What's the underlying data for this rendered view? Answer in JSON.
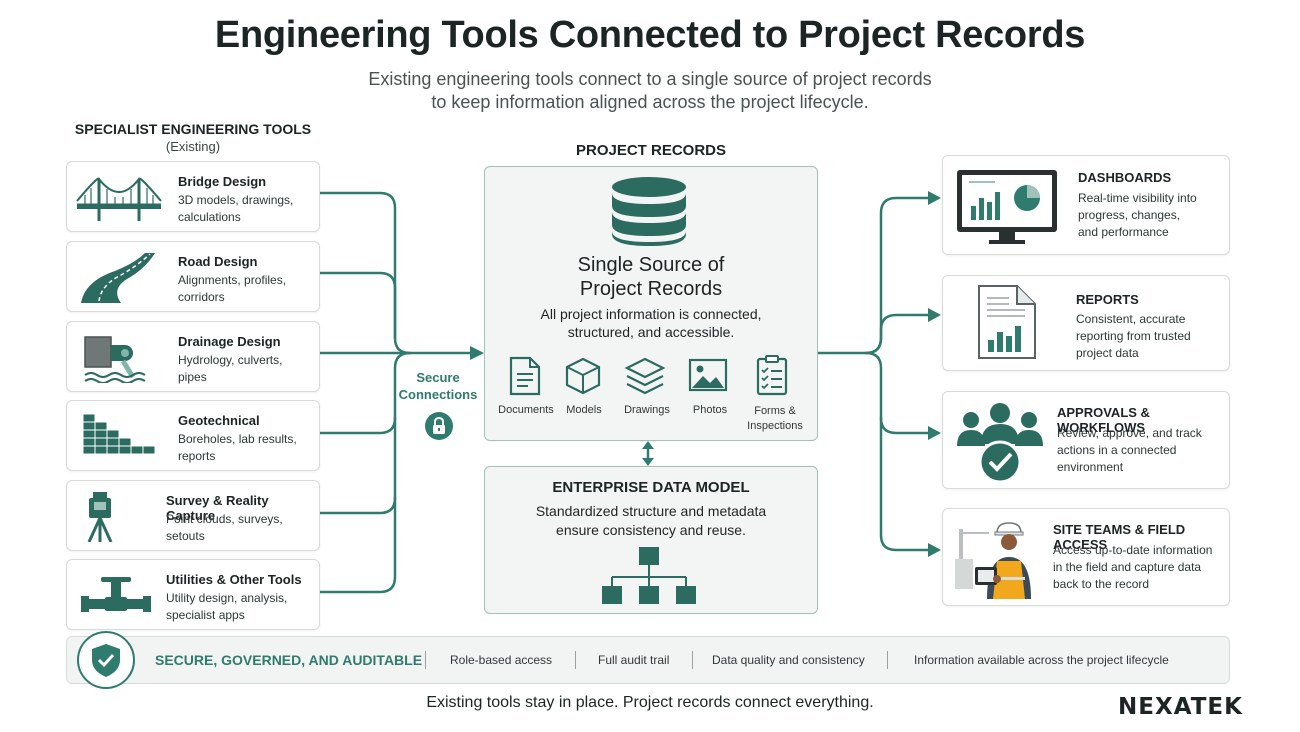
{
  "header": {
    "title": "Engineering Tools Connected to Project Records",
    "subtitle_line1": "Existing engineering tools connect to a single source of project records",
    "subtitle_line2": "to keep information aligned across the project lifecycle."
  },
  "tools": {
    "heading": "SPECIALIST ENGINEERING TOOLS",
    "subheading": "(Existing)",
    "items": [
      {
        "name": "Bridge Design",
        "desc1": "3D models, drawings,",
        "desc2": "calculations",
        "icon": "bridge-icon"
      },
      {
        "name": "Road Design",
        "desc1": "Alignments, profiles,",
        "desc2": "corridors",
        "icon": "road-icon"
      },
      {
        "name": "Drainage Design",
        "desc1": "Hydrology, culverts,",
        "desc2": "pipes",
        "icon": "drainage-icon"
      },
      {
        "name": "Geotechnical",
        "desc1": "Boreholes, lab results,",
        "desc2": "reports",
        "icon": "brick-wall-icon"
      },
      {
        "name": "Survey & Reality Capture",
        "desc1": "Point clouds, surveys,",
        "desc2": "setouts",
        "icon": "total-station-icon"
      },
      {
        "name": "Utilities & Other Tools",
        "desc1": "Utility design, analysis,",
        "desc2": "specialist apps",
        "icon": "pipe-valve-icon"
      }
    ]
  },
  "connection": {
    "label_line1": "Secure",
    "label_line2": "Connections",
    "icon": "lock-icon"
  },
  "records": {
    "heading": "PROJECT RECORDS",
    "title_line1": "Single Source of",
    "title_line2": "Project Records",
    "desc_line1": "All project information is connected,",
    "desc_line2": "structured, and accessible.",
    "icon": "database-icon",
    "types": [
      {
        "label1": "Documents",
        "label2": "",
        "icon": "document-icon"
      },
      {
        "label1": "Models",
        "label2": "",
        "icon": "cube-icon"
      },
      {
        "label1": "Drawings",
        "label2": "",
        "icon": "layers-icon"
      },
      {
        "label1": "Photos",
        "label2": "",
        "icon": "photo-icon"
      },
      {
        "label1": "Forms &",
        "label2": "Inspections",
        "icon": "checklist-icon"
      }
    ]
  },
  "data_model": {
    "title": "ENTERPRISE DATA MODEL",
    "desc_line1": "Standardized structure and metadata",
    "desc_line2": "ensure consistency and reuse.",
    "icon": "hierarchy-icon"
  },
  "outputs": [
    {
      "title": "DASHBOARDS",
      "desc1": "Real-time visibility into",
      "desc2": "progress, changes,",
      "desc3": "and performance",
      "icon": "monitor-dashboard-icon"
    },
    {
      "title": "REPORTS",
      "desc1": "Consistent, accurate",
      "desc2": "reporting from trusted",
      "desc3": "project data",
      "icon": "report-icon"
    },
    {
      "title": "APPROVALS & WORKFLOWS",
      "desc1": "Review, approve, and track",
      "desc2": "actions in a connected",
      "desc3": "environment",
      "icon": "team-approval-icon"
    },
    {
      "title": "SITE TEAMS & FIELD ACCESS",
      "desc1": "Access up-to-date information",
      "desc2": "in the field and capture data",
      "desc3": "back to the record",
      "icon": "field-worker-icon"
    }
  ],
  "governance": {
    "label": "SECURE, GOVERNED, AND AUDITABLE",
    "icon": "shield-check-icon",
    "items": [
      "Role-based access",
      "Full audit trail",
      "Data quality and consistency",
      "Information available across the project lifecycle"
    ]
  },
  "footer": {
    "tagline": "Existing tools stay in place. Project records connect everything.",
    "logo": "NEXATEK"
  },
  "colors": {
    "teal": "#2f7b6e",
    "dark_teal": "#2b6b60",
    "panel_bg": "#f3f5f4",
    "text": "#1d2424"
  }
}
